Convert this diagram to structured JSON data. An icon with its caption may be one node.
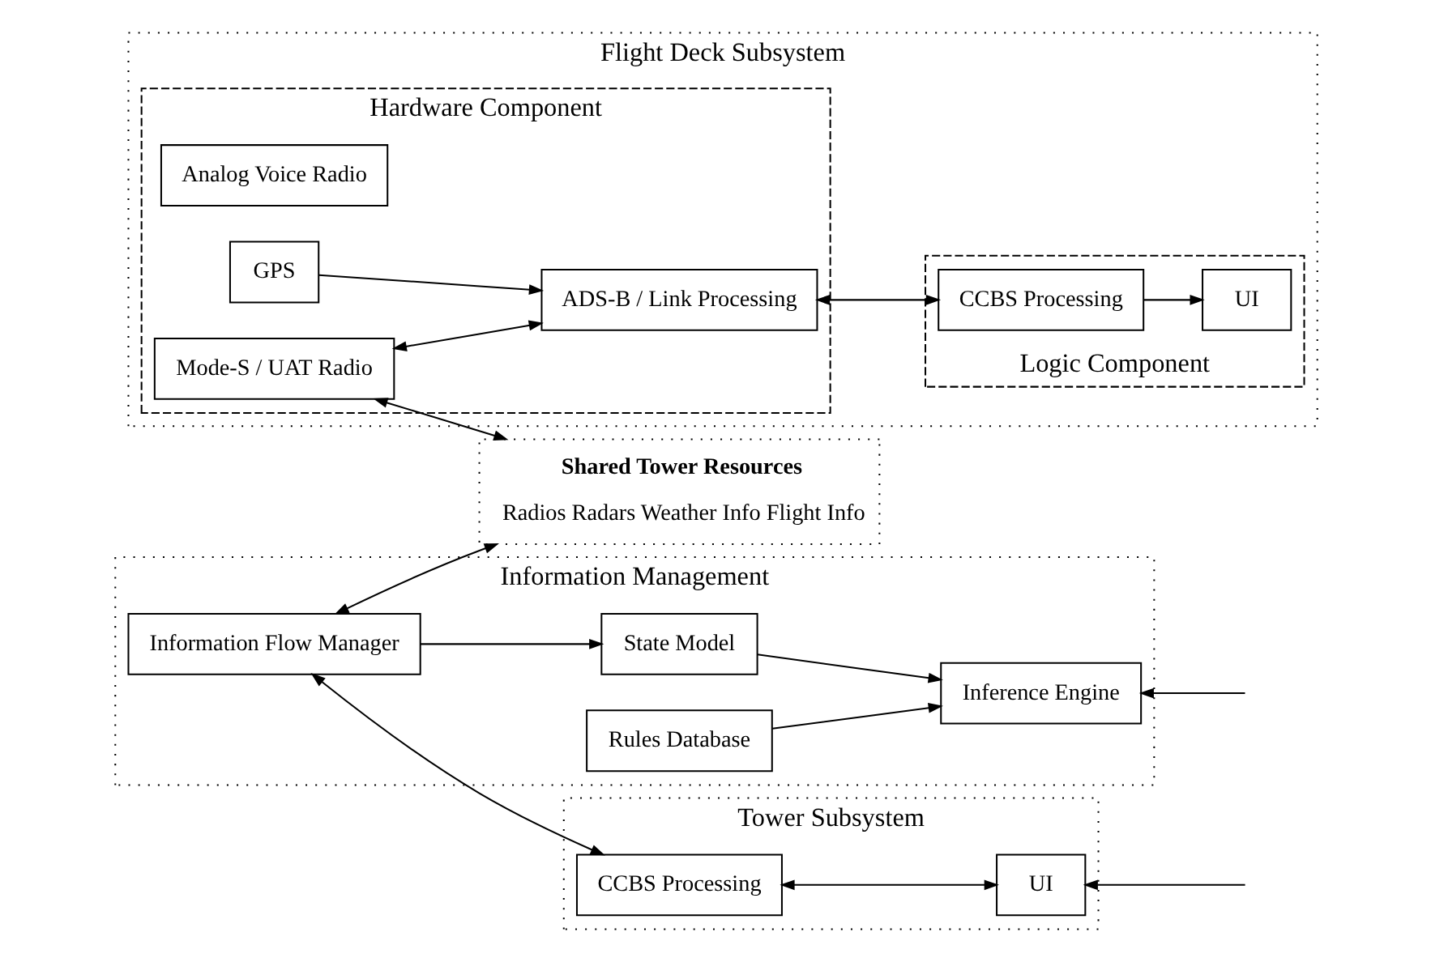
{
  "diagram": {
    "nodes": [
      {
        "text": [
          "Flight Deck Subsystem"
        ]
      },
      {
        "text": [
          "Hardware Component"
        ],
        "in": 0
      },
      {
        "text": [
          "Analog Voice Radio"
        ],
        "in": 1
      },
      {
        "text": [
          "Mode-S / UAT Radio"
        ],
        "in": 1
      },
      {
        "text": [
          "GPS"
        ],
        "in": 1
      },
      {
        "text": [
          "ADS-B / Link Processing"
        ],
        "in": 1
      },
      {
        "text": [
          "Logic Component"
        ],
        "in": 0
      },
      {
        "text": [
          "UI"
        ],
        "in": 6
      },
      {
        "text": [
          "CCBS Processing"
        ],
        "in": 6
      },
      {
        "text": [
          "Shared Tower Resources",
          "Radios Radars Weather Info Flight Info"
        ]
      },
      {
        "text": [
          "Information Management"
        ]
      },
      {
        "text": [
          "State Model"
        ],
        "in": 10
      },
      {
        "text": [
          "Inference Engine"
        ],
        "in": 10
      },
      {
        "text": [
          "Information Flow Manager"
        ],
        "in": 10
      },
      {
        "text": [
          "Rules Database"
        ],
        "in": 10
      },
      {
        "text": [
          "Tower Subsystem"
        ]
      },
      {
        "text": [
          "CCBS Processing"
        ],
        "in": 15
      },
      {
        "text": [
          "UI"
        ],
        "in": 15
      }
    ],
    "edges": [
      {
        "from": 3,
        "to": 5,
        "arrow": "both"
      },
      {
        "from": 4,
        "to": 5,
        "arrow": "to"
      },
      {
        "from": 5,
        "to": 8,
        "arrow": "both"
      },
      {
        "from": 8,
        "to": 7,
        "arrow": "to"
      },
      {
        "from": 3,
        "to": 9,
        "arrow": "both"
      },
      {
        "from": 13,
        "to": 9,
        "arrow": "both"
      },
      {
        "from": 13,
        "to": 11,
        "arrow": "to"
      },
      {
        "from": 11,
        "to": 12,
        "arrow": "to"
      },
      {
        "from": 14,
        "to": 12,
        "arrow": "to"
      },
      {
        "from": null,
        "to": 12,
        "arrow": "to"
      },
      {
        "from": 13,
        "to": 16,
        "arrow": "both"
      },
      {
        "from": 16,
        "to": 17,
        "arrow": "both"
      },
      {
        "from": null,
        "to": 17,
        "arrow": "to"
      }
    ]
  }
}
